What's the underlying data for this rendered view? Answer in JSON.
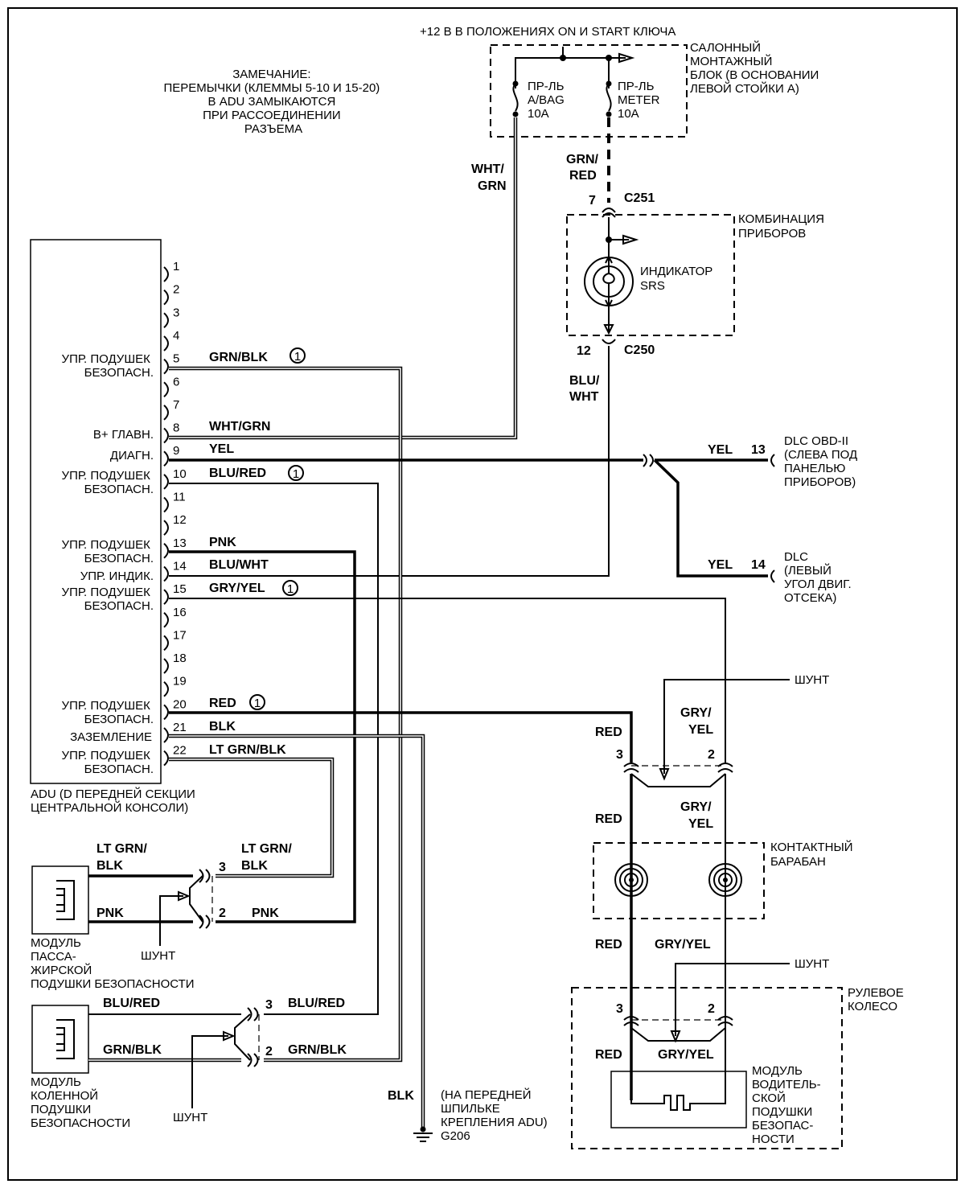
{
  "power": {
    "header": "+12 В В ПОЛОЖЕНИЯХ ON И  START КЛЮЧА",
    "junction_block": [
      "САЛОННЫЙ",
      "МОНТАЖНЫЙ",
      "БЛОК (В ОСНОВАНИИ",
      "ЛЕВОЙ СТОЙКИ  А)"
    ],
    "fuse_abag": [
      "ПР-ЛЬ",
      "A/BAG",
      "10A"
    ],
    "fuse_meter": [
      "ПР-ЛЬ",
      "METER",
      "10A"
    ]
  },
  "note": [
    "ЗАМЕЧАНИЕ:",
    "ПЕРЕМЫЧКИ  (КЛЕММЫ 5-10 И  15-20)",
    "В ADU ЗАМЫКАЮТСЯ",
    "ПРИ  РАССОЕДИНЕНИИ",
    "РАЗЪЕМА"
  ],
  "wires_top": {
    "wht_grn": [
      "WHT/",
      "GRN"
    ],
    "grn_red": [
      "GRN/",
      "RED"
    ],
    "blu_wht": [
      "BLU/",
      "WHT"
    ]
  },
  "cluster": {
    "c251_pin": "7",
    "c251": "C251",
    "c250_pin": "12",
    "c250": "C250",
    "label": [
      "КОМБИНАЦИЯ",
      "ПРИБОРОВ"
    ],
    "indicator": [
      "ИНДИКАТОР",
      "SRS"
    ]
  },
  "adu": {
    "pins": [
      "1",
      "2",
      "3",
      "4",
      "5",
      "6",
      "7",
      "8",
      "9",
      "10",
      "11",
      "12",
      "13",
      "14",
      "15",
      "16",
      "17",
      "18",
      "19",
      "20",
      "21",
      "22"
    ],
    "wires": {
      "p5": "GRN/BLK",
      "p8": "WHT/GRN",
      "p9": "YEL",
      "p10": "BLU/RED",
      "p13": "PNK",
      "p14": "BLU/WHT",
      "p15": "GRY/YEL",
      "p20": "RED",
      "p21": "BLK",
      "p22": "LT GRN/BLK"
    },
    "marker": "1",
    "labels": {
      "l5": [
        "УПР. ПОДУШЕК",
        "БЕЗОПАСН."
      ],
      "l8": "B+  ГЛАВН.",
      "l9": "ДИАГН.",
      "l10": [
        "УПР. ПОДУШЕК",
        "БЕЗОПАСН."
      ],
      "l13": [
        "УПР. ПОДУШЕК",
        "БЕЗОПАСН."
      ],
      "l14": "УПР. ИНДИК.",
      "l15": [
        "УПР. ПОДУШЕК",
        "БЕЗОПАСН."
      ],
      "l20": [
        "УПР. ПОДУШЕК",
        "БЕЗОПАСН."
      ],
      "l21": "ЗАЗЕМЛЕНИЕ",
      "l22": [
        "УПР. ПОДУШЕК",
        "БЕЗОПАСН."
      ]
    },
    "caption": [
      "ADU  (D ПЕРЕДНЕЙ СЕКЦИИ",
      "ЦЕНТРАЛЬНОЙ КОНСОЛИ)"
    ]
  },
  "dlc": {
    "yel": "YEL",
    "pin13": "13",
    "pin14": "14",
    "dlc1": [
      "DLC OBD-II",
      "(СЛЕВА ПОД",
      "ПАНЕЛЬЮ",
      "ПРИБОРОВ)"
    ],
    "dlc2": [
      "DLC",
      "(ЛЕВЫЙ",
      "УГОЛ ДВИГ.",
      "ОТСЕКА)"
    ]
  },
  "right": {
    "shunt": "ШУНТ",
    "red": "RED",
    "gry_yel_split": [
      "GRY/",
      "YEL"
    ],
    "gry_yel": "GRY/YEL",
    "pin3": "3",
    "pin2": "2",
    "clockspring": [
      "КОНТАКТНЫЙ",
      "БАРАБАН"
    ],
    "steering": [
      "РУЛЕВОЕ",
      "КОЛЕСО"
    ],
    "driver_module": [
      "МОДУЛЬ",
      "ВОДИТЕЛЬ-",
      "СКОЙ",
      "ПОДУШКИ",
      "БЕЗОПАС-",
      "НОСТИ"
    ]
  },
  "passenger": {
    "lt_grn_blk": [
      "LT GRN/",
      "BLK"
    ],
    "pnk": "PNK",
    "pin3": "3",
    "pin2": "2",
    "shunt": "ШУНТ",
    "module": [
      "МОДУЛЬ",
      "ПАССА-",
      "ЖИРСКОЙ",
      "ПОДУШКИ  БЕЗОПАСНОСТИ"
    ]
  },
  "knee": {
    "blu_red": "BLU/RED",
    "grn_blk": "GRN/BLK",
    "pin3": "3",
    "pin2": "2",
    "shunt": "ШУНТ",
    "module": [
      "МОДУЛЬ",
      "КОЛЕННОЙ",
      "ПОДУШКИ",
      "БЕЗОПАСНОСТИ"
    ]
  },
  "ground": {
    "wire": "BLK",
    "desc": [
      "(НА ПЕРЕДНЕЙ",
      "ШПИЛЬКЕ",
      "КРЕПЛЕНИЯ ADU)",
      "G206"
    ]
  }
}
